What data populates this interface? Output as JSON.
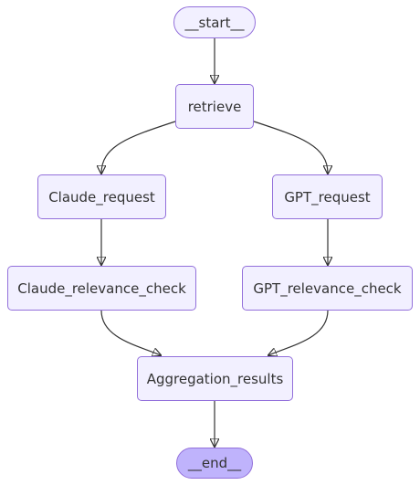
{
  "nodes": {
    "start": "__start__",
    "retrieve": "retrieve",
    "claude_request": "Claude_request",
    "gpt_request": "GPT_request",
    "claude_relevance_check": "Claude_relevance_check",
    "gpt_relevance_check": "GPT_relevance_check",
    "aggregation_results": "Aggregation_results",
    "end": "__end__"
  },
  "edges": [
    {
      "from": "__start__",
      "to": "retrieve"
    },
    {
      "from": "retrieve",
      "to": "Claude_request"
    },
    {
      "from": "retrieve",
      "to": "GPT_request"
    },
    {
      "from": "Claude_request",
      "to": "Claude_relevance_check"
    },
    {
      "from": "GPT_request",
      "to": "GPT_relevance_check"
    },
    {
      "from": "Claude_relevance_check",
      "to": "Aggregation_results"
    },
    {
      "from": "GPT_relevance_check",
      "to": "Aggregation_results"
    },
    {
      "from": "Aggregation_results",
      "to": "__end__"
    }
  ],
  "colors": {
    "node_fill": "#f2f0ff",
    "node_border": "#9370db",
    "end_fill": "#bfb3fc",
    "edge": "#333333",
    "text": "#333333"
  }
}
